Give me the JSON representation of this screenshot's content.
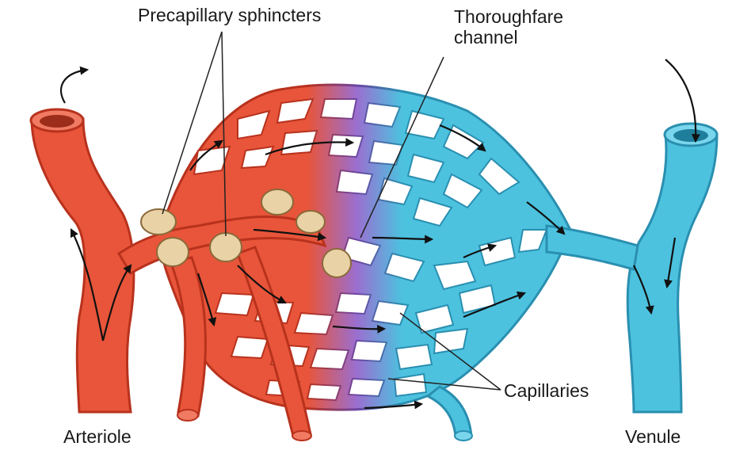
{
  "labels": {
    "precapillary_sphincters": "Precapillary sphincters",
    "thoroughfare_channel": "Thoroughfare channel",
    "capillaries": "Capillaries",
    "arteriole": "Arteriole",
    "venule": "Venule"
  },
  "colors": {
    "arterial": "#e8553a",
    "arterial_dark": "#b8321d",
    "venous": "#4cc2df",
    "venous_dark": "#2a8fb0",
    "mixed": "#9a6fd0",
    "sphincter": "#e9d2a6",
    "arrow": "#111111"
  }
}
